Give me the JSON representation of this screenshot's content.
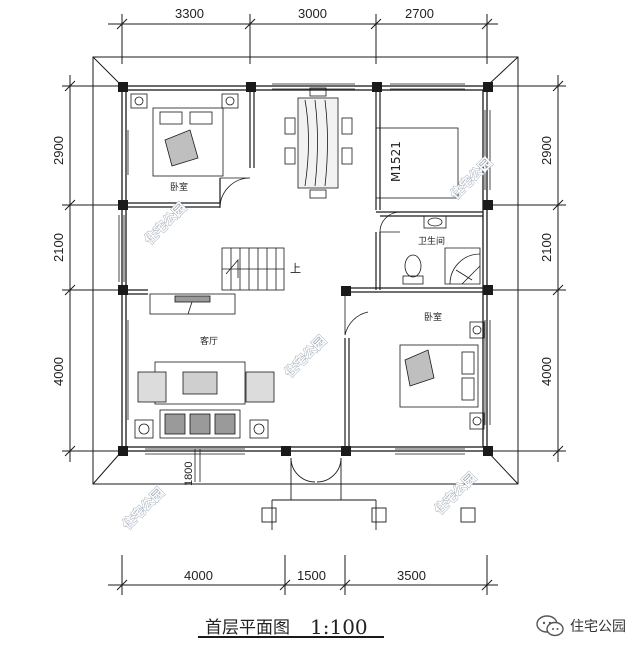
{
  "dimensions": {
    "top": [
      "3300",
      "3000",
      "2700"
    ],
    "bottom": [
      "4000",
      "1500",
      "3500"
    ],
    "left": [
      "2900",
      "2100",
      "4000"
    ],
    "right": [
      "2900",
      "2100",
      "4000"
    ],
    "window_label": "1800"
  },
  "rooms": {
    "bedroom_nw": "卧室",
    "bathroom": "卫生间",
    "bedroom_se": "卧室",
    "living_room": "客厅",
    "stair_up": "上",
    "door_code": "M1521"
  },
  "title": {
    "main": "首层平面图",
    "scale": "1:100"
  },
  "watermark": "住宅公园",
  "brand": {
    "name": "住宅公园",
    "icon": "wechat-icon"
  }
}
